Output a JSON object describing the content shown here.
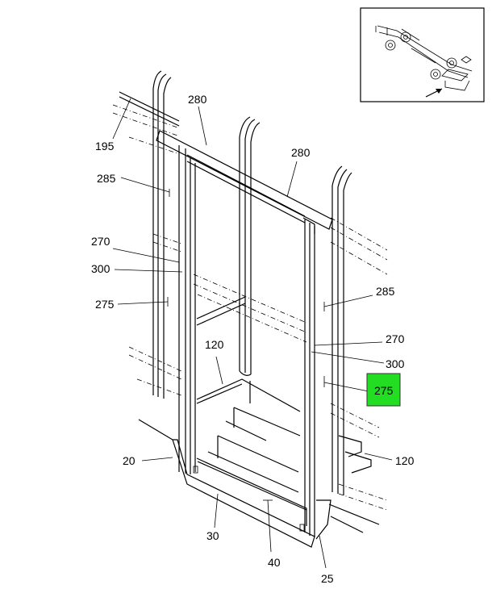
{
  "callouts": {
    "c195": "195",
    "c280a": "280",
    "c280b": "280",
    "c285a": "285",
    "c270a": "270",
    "c300a": "300",
    "c275a": "275",
    "c285b": "285",
    "c270b": "270",
    "c300b": "300",
    "c275b": "275",
    "c120a": "120",
    "c120b": "120",
    "c20": "20",
    "c30": "30",
    "c40": "40",
    "c25": "25"
  },
  "highlight_color": "#22dd22"
}
